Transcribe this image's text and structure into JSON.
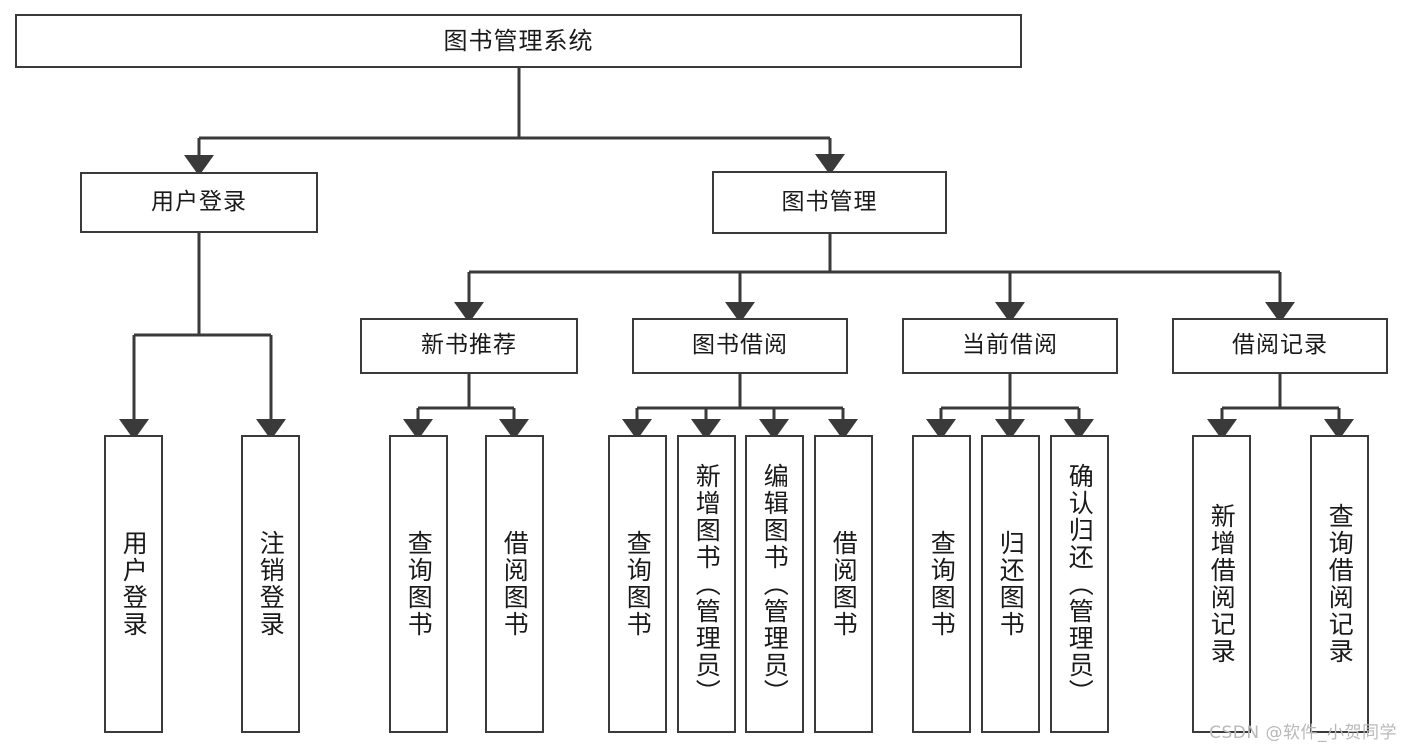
{
  "diagram": {
    "type": "tree",
    "title": "图书管理系统",
    "watermark": "CSDN @软件_小贺同学",
    "colors": {
      "stroke": "#3a3a3a",
      "fill": "#ffffff",
      "text": "#1a1a1a",
      "watermark": "#b9b9b9"
    },
    "root": {
      "label": "图书管理系统"
    },
    "level2": [
      {
        "label": "用户登录"
      },
      {
        "label": "图书管理"
      }
    ],
    "level3": [
      {
        "label": "新书推荐"
      },
      {
        "label": "图书借阅"
      },
      {
        "label": "当前借阅"
      },
      {
        "label": "借阅记录"
      }
    ],
    "leaves": {
      "user_login": [
        {
          "label": "用户登录"
        },
        {
          "label": "注销登录"
        }
      ],
      "new_book_recommend": [
        {
          "label": "查询图书"
        },
        {
          "label": "借阅图书"
        }
      ],
      "book_borrow": [
        {
          "label": "查询图书"
        },
        {
          "label": "新增图书（管理员）"
        },
        {
          "label": "编辑图书（管理员）"
        },
        {
          "label": "借阅图书"
        }
      ],
      "current_borrow": [
        {
          "label": "查询图书"
        },
        {
          "label": "归还图书"
        },
        {
          "label": "确认归还（管理员）"
        }
      ],
      "borrow_record": [
        {
          "label": "新增借阅记录"
        },
        {
          "label": "查询借阅记录"
        }
      ]
    }
  }
}
